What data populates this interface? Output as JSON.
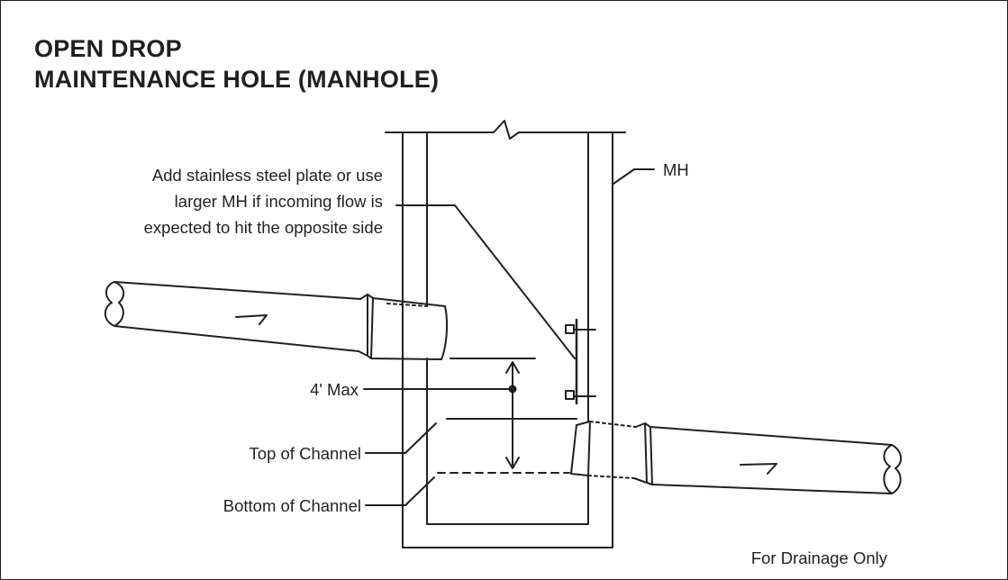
{
  "title": {
    "line1": "OPEN DROP",
    "line2": "MAINTENANCE HOLE (MANHOLE)"
  },
  "labels": {
    "mh": "MH",
    "plate_note": [
      "Add stainless steel plate or use",
      "larger MH if incoming flow is",
      "expected to hit the opposite side"
    ],
    "max_drop": "4' Max",
    "top_of_channel": "Top of Channel",
    "bottom_of_channel": "Bottom of Channel",
    "footer_note": "For Drainage Only"
  },
  "colors": {
    "ink": "#231f20",
    "background": "#ffffff"
  }
}
